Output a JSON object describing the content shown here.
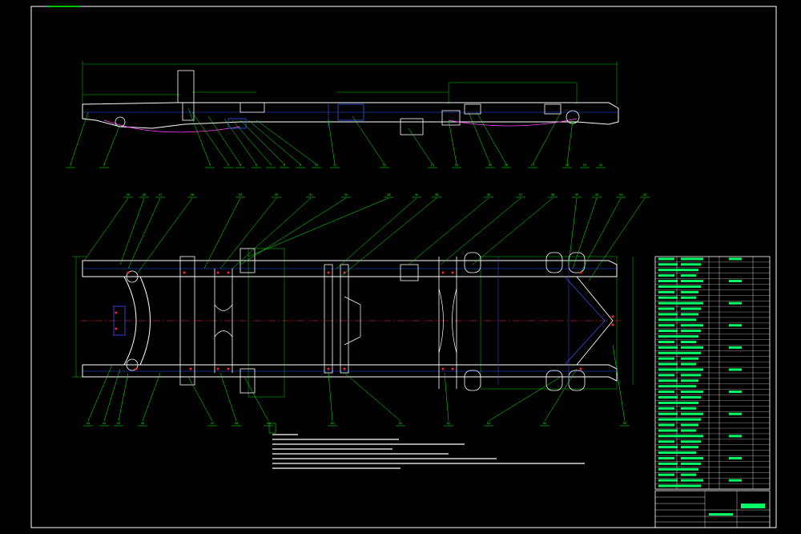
{
  "drawing": {
    "background": "#000000",
    "colors": {
      "border": "#ffffff",
      "frame": "#ffffff",
      "outline_blue": "#3355ff",
      "dimension": "#00cc00",
      "leader": "#00ff00",
      "centerline": "#ff2222",
      "hidden": "#ff44ff",
      "table_text": "#00ff66"
    },
    "top_view_balloons": [
      "1",
      "2",
      "3",
      "4",
      "5",
      "6",
      "7",
      "8",
      "9",
      "10",
      "11",
      "12",
      "13",
      "14",
      "15",
      "16",
      "17",
      "18",
      "19",
      "20"
    ],
    "plan_view_balloons_top": [
      "25",
      "26",
      "27",
      "28",
      "29",
      "30",
      "31",
      "32",
      "33",
      "34",
      "35",
      "36",
      "37",
      "38",
      "39",
      "40",
      "41",
      "42"
    ],
    "plan_view_balloons_bottom": [
      "43",
      "44",
      "45",
      "46",
      "47",
      "48",
      "49",
      "50",
      "51",
      "52",
      "53",
      "54",
      "55"
    ],
    "overall_dim_label": "",
    "notes_title": "",
    "parts_list_rows": 42
  }
}
